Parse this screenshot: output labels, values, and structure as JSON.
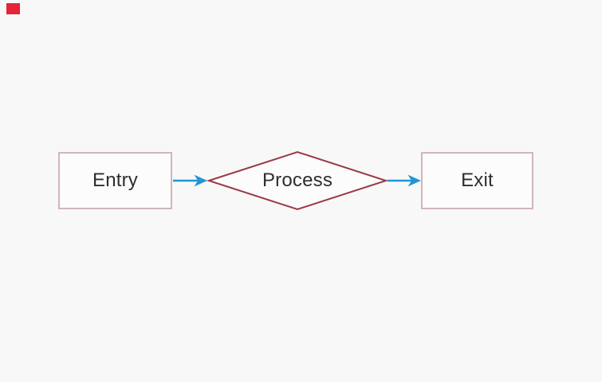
{
  "canvas": {
    "background_color": "#f8f8f8",
    "marker_color": "#e42437"
  },
  "nodes": [
    {
      "id": "entry",
      "label": "Entry",
      "shape": "rectangle",
      "border_color": "#d0b6b9",
      "fill_color": "#fcfcfc"
    },
    {
      "id": "process",
      "label": "Process",
      "shape": "diamond",
      "border_color": "#9a3b45",
      "fill_color": "#fcfcfc"
    },
    {
      "id": "exit",
      "label": "Exit",
      "shape": "rectangle",
      "border_color": "#d0b6b9",
      "fill_color": "#fcfcfc"
    }
  ],
  "edges": [
    {
      "from": "entry",
      "to": "process",
      "color": "#2196d3",
      "direction": "right"
    },
    {
      "from": "process",
      "to": "exit",
      "color": "#2196d3",
      "direction": "right"
    }
  ],
  "text_color": "#2e2e2e"
}
